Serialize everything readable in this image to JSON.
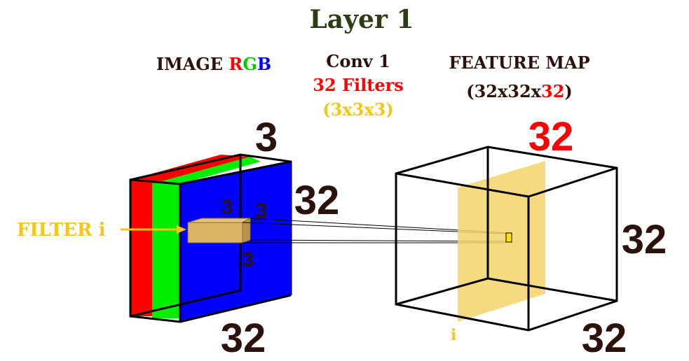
{
  "title": "Layer 1",
  "image": {
    "label_prefix": "IMAGE ",
    "label_r": "R",
    "label_g": "G",
    "label_b": "B",
    "depth": "3",
    "height": "32",
    "width": "32",
    "filter_dims": [
      "3",
      "3",
      "3"
    ],
    "filter_label": "FILTER i"
  },
  "conv": {
    "name": "Conv 1",
    "filters": "32 Filters",
    "size": "(3x3x3)"
  },
  "feature_map": {
    "label": "FEATURE MAP",
    "shape_prefix": "(32x32x",
    "shape_channels": "32",
    "shape_suffix": ")",
    "depth": "32",
    "height": "32",
    "width": "32",
    "slice_label": "i"
  },
  "colors": {
    "title": "#2f3b12",
    "dark_text": "#2b130c",
    "red": "#ff0000",
    "green": "#00ee00",
    "blue": "#0000ff",
    "yellow": "#f5c518",
    "slice": "#f5d36b"
  }
}
